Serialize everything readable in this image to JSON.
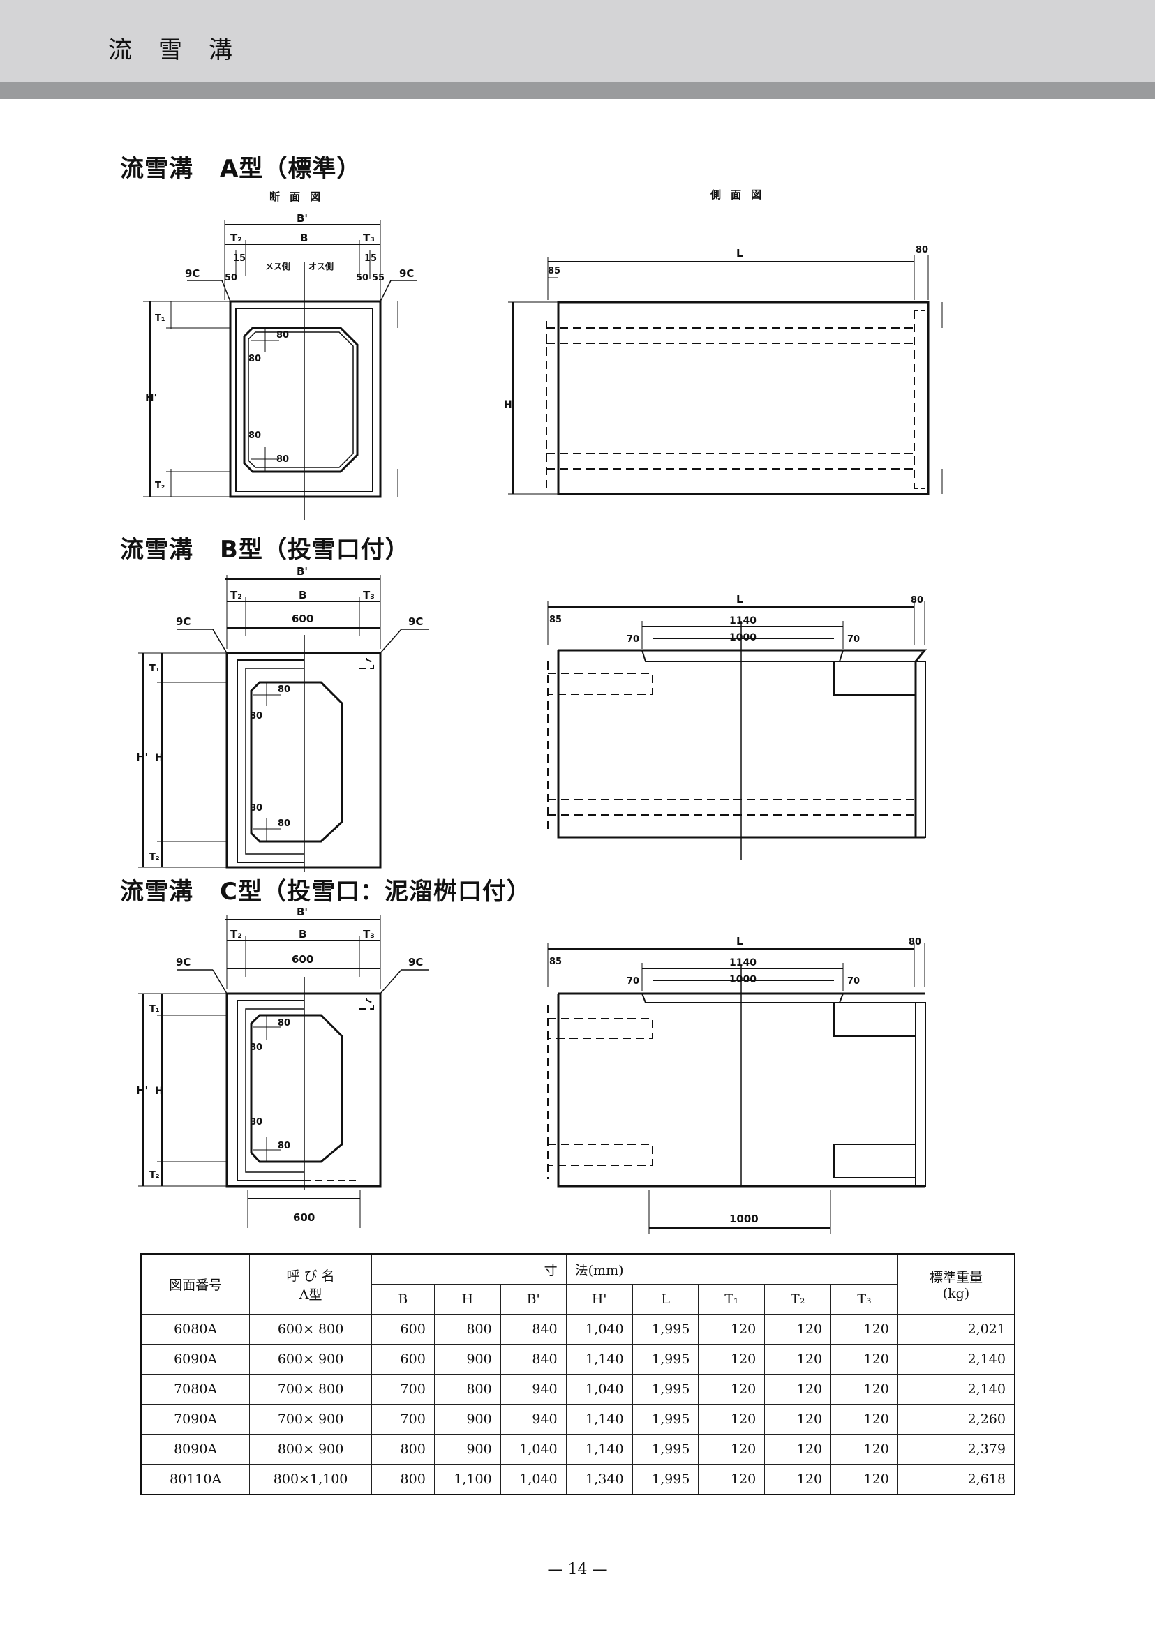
{
  "header": {
    "title": "流雪溝"
  },
  "sections": [
    {
      "title": "流雪溝",
      "subtitle": "A型（標準）"
    },
    {
      "title": "流雪溝",
      "subtitle": "B型（投雪口付）"
    },
    {
      "title": "流雪溝",
      "subtitle": "C型（投雪口：泥溜桝口付）"
    }
  ],
  "views": {
    "section": "断面図",
    "side": "側面図"
  },
  "drawing_labels": {
    "Bp": "B'",
    "B": "B",
    "T1": "T₁",
    "T2": "T₂",
    "T3": "T₃",
    "Hp": "H'",
    "H": "H",
    "L": "L",
    "chamfer": "9C",
    "female": "メス側",
    "male": "オス側",
    "d15": "15",
    "d50": "50",
    "d55": "55",
    "d80": "80",
    "d85": "85",
    "d70": "70",
    "d600": "600",
    "d1000": "1000",
    "d1140": "1140"
  },
  "table": {
    "headers": {
      "drawing_no": "図面番号",
      "name": "呼 び 名",
      "name_type": "A型",
      "dim_a": "寸",
      "dim_b": "法(mm)",
      "weight": "標準重量",
      "weight_unit": "(kg)",
      "cols": [
        "B",
        "H",
        "B'",
        "H'",
        "L",
        "T₁",
        "T₂",
        "T₃"
      ]
    },
    "rows": [
      {
        "no": "6080A",
        "name": "600× 800",
        "vals": [
          "600",
          "800",
          "840",
          "1,040",
          "1,995",
          "120",
          "120",
          "120"
        ],
        "weight": "2,021"
      },
      {
        "no": "6090A",
        "name": "600× 900",
        "vals": [
          "600",
          "900",
          "840",
          "1,140",
          "1,995",
          "120",
          "120",
          "120"
        ],
        "weight": "2,140"
      },
      {
        "no": "7080A",
        "name": "700× 800",
        "vals": [
          "700",
          "800",
          "940",
          "1,040",
          "1,995",
          "120",
          "120",
          "120"
        ],
        "weight": "2,140"
      },
      {
        "no": "7090A",
        "name": "700× 900",
        "vals": [
          "700",
          "900",
          "940",
          "1,140",
          "1,995",
          "120",
          "120",
          "120"
        ],
        "weight": "2,260"
      },
      {
        "no": "8090A",
        "name": "800× 900",
        "vals": [
          "800",
          "900",
          "1,040",
          "1,140",
          "1,995",
          "120",
          "120",
          "120"
        ],
        "weight": "2,379"
      },
      {
        "no": "80110A",
        "name": "800×1,100",
        "vals": [
          "800",
          "1,100",
          "1,040",
          "1,340",
          "1,995",
          "120",
          "120",
          "120"
        ],
        "weight": "2,618"
      }
    ]
  },
  "footer": {
    "page": "— 14 —"
  }
}
